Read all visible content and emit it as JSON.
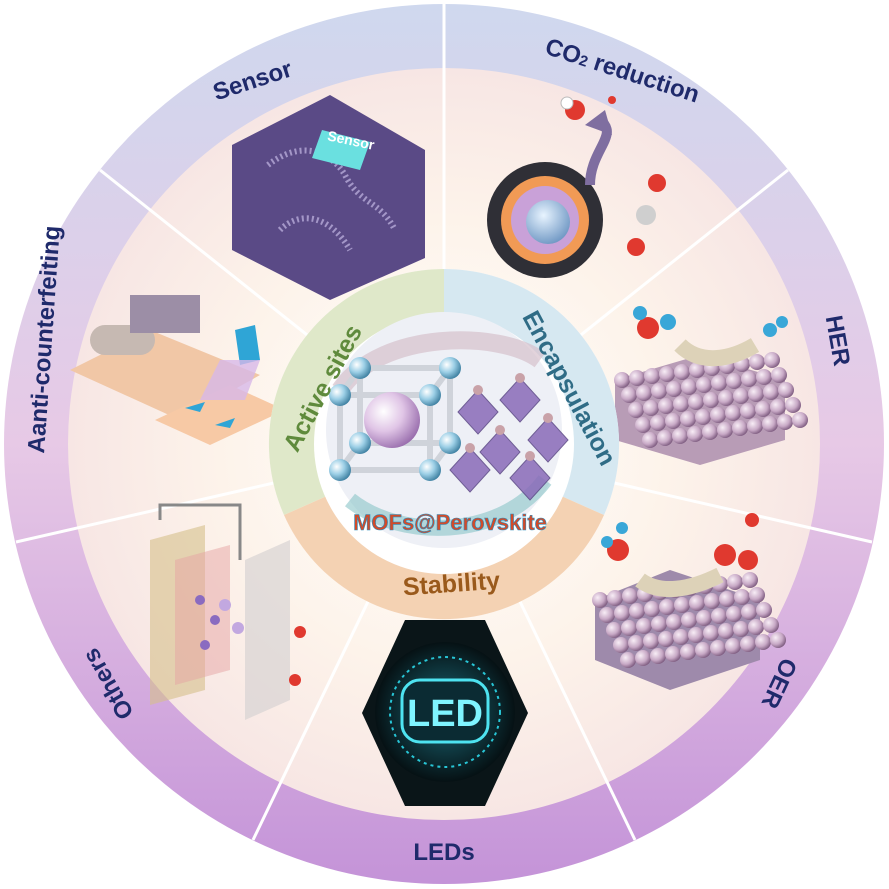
{
  "center": {
    "title": "MOFs@Perovskite",
    "sectors": [
      {
        "id": "active-sites",
        "label": "Active sites",
        "color": "#5f8a3c"
      },
      {
        "id": "encapsulation",
        "label": "Encapsulation",
        "color": "#2f6c86"
      },
      {
        "id": "stability",
        "label": "Stability",
        "color": "#9a5a1c"
      }
    ]
  },
  "applications": [
    {
      "id": "sensor",
      "label": "Sensor",
      "panel_text": "Sensor"
    },
    {
      "id": "co2-reduction",
      "label": "CO",
      "subscript": "2",
      "label_suffix": " reduction"
    },
    {
      "id": "her",
      "label": "HER"
    },
    {
      "id": "oer",
      "label": "OER"
    },
    {
      "id": "leds",
      "label": "LEDs",
      "panel_text": "LED"
    },
    {
      "id": "others",
      "label": "Others"
    },
    {
      "id": "anti-counterfeiting",
      "label": "Aanti-counterfeiting"
    }
  ],
  "colors": {
    "ring_top": "#c9d3ea",
    "ring_bottom": "#c89ad8",
    "inner_fill": "#fbeee0",
    "divider": "#ffffff",
    "text": "#1f2a6b"
  }
}
